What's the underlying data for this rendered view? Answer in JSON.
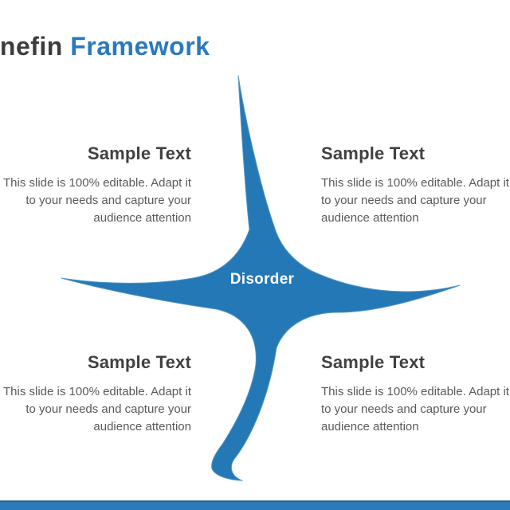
{
  "slide": {
    "title": {
      "part1": "Cynefin",
      "part2": " Framework"
    },
    "center_label": "Disorder",
    "quadrants": [
      {
        "position": "top-left",
        "heading": "Sample Text",
        "body": "This slide is 100% editable. Adapt it\nto your needs and capture your\naudience attention"
      },
      {
        "position": "top-right",
        "heading": "Sample Text",
        "body": "This slide is 100% editable. Adapt it\nto your needs and capture your\naudience attention"
      },
      {
        "position": "bottom-left",
        "heading": "Sample Text",
        "body": "This slide is 100% editable. Adapt it\nto your needs and capture your\naudience attention"
      },
      {
        "position": "bottom-right",
        "heading": "Sample Text",
        "body": "This slide is 100% editable. Adapt it\nto your needs and capture your\naudience attention"
      }
    ],
    "colors": {
      "shape_fill": "#2478b5",
      "shape_edge": "#4e95c6",
      "title_dark": "#3d3d3d",
      "title_accent": "#2a79bd",
      "heading_text": "#404040",
      "body_text": "#595959",
      "center_label_text": "#ffffff",
      "footer_bar": "#2e79b7",
      "footer_bar_edge": "#1f6096"
    }
  }
}
